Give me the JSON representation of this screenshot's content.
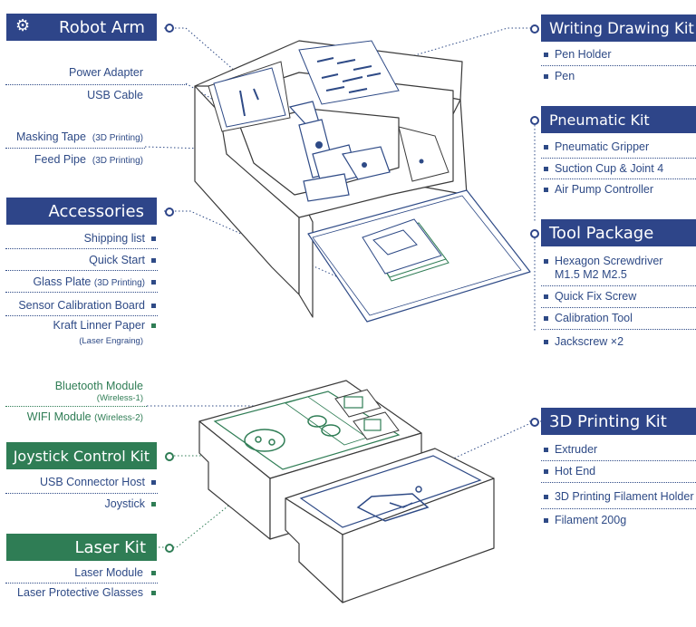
{
  "colors": {
    "blue": "#2e4589",
    "green": "#2f7d55",
    "line": "#2e4a86"
  },
  "left": {
    "robot_arm": {
      "title": "Robot Arm",
      "items": [
        "Power Adapter",
        "USB Cable"
      ],
      "printing_items": [
        {
          "label": "Masking Tape",
          "note": "(3D Printing)"
        },
        {
          "label": "Feed Pipe",
          "note": "(3D Printing)"
        }
      ]
    },
    "accessories": {
      "title": "Accessories",
      "items": [
        "Shipping list",
        "Quick Start"
      ],
      "glass_plate": {
        "label": "Glass Plate",
        "note": "(3D Printing)"
      },
      "sensor_board": "Sensor Calibration Board",
      "kraft": {
        "label": "Kraft Linner Paper",
        "note": "(Laser Engraing)"
      }
    },
    "modules": {
      "bluetooth": {
        "label": "Bluetooth Module",
        "note": "(Wireless-1)"
      },
      "wifi": {
        "label": "WIFI Module",
        "note": "(Wireless-2)"
      }
    },
    "joystick_kit": {
      "title": "Joystick Control Kit",
      "items": [
        "USB Connector Host",
        "Joystick"
      ]
    },
    "laser_kit": {
      "title": "Laser Kit",
      "items": [
        "Laser Module",
        "Laser Protective Glasses"
      ]
    }
  },
  "right": {
    "writing_kit": {
      "title": "Writing Drawing Kit",
      "items": [
        "Pen Holder",
        "Pen"
      ]
    },
    "pneumatic_kit": {
      "title": "Pneumatic Kit",
      "items": [
        "Pneumatic Gripper",
        "Suction Cup & Joint 4",
        "Air Pump Controller"
      ]
    },
    "tool_package": {
      "title": "Tool Package",
      "hex": {
        "line1": "Hexagon Screwdriver",
        "line2": "M1.5 M2 M2.5"
      },
      "items": [
        "Quick Fix Screw",
        "Calibration Tool",
        "Jackscrew ×2"
      ]
    },
    "printing_kit": {
      "title": "3D Printing Kit",
      "items": [
        "Extruder",
        "Hot End",
        "3D Printing Filament Holder",
        "Filament 200g"
      ]
    }
  }
}
